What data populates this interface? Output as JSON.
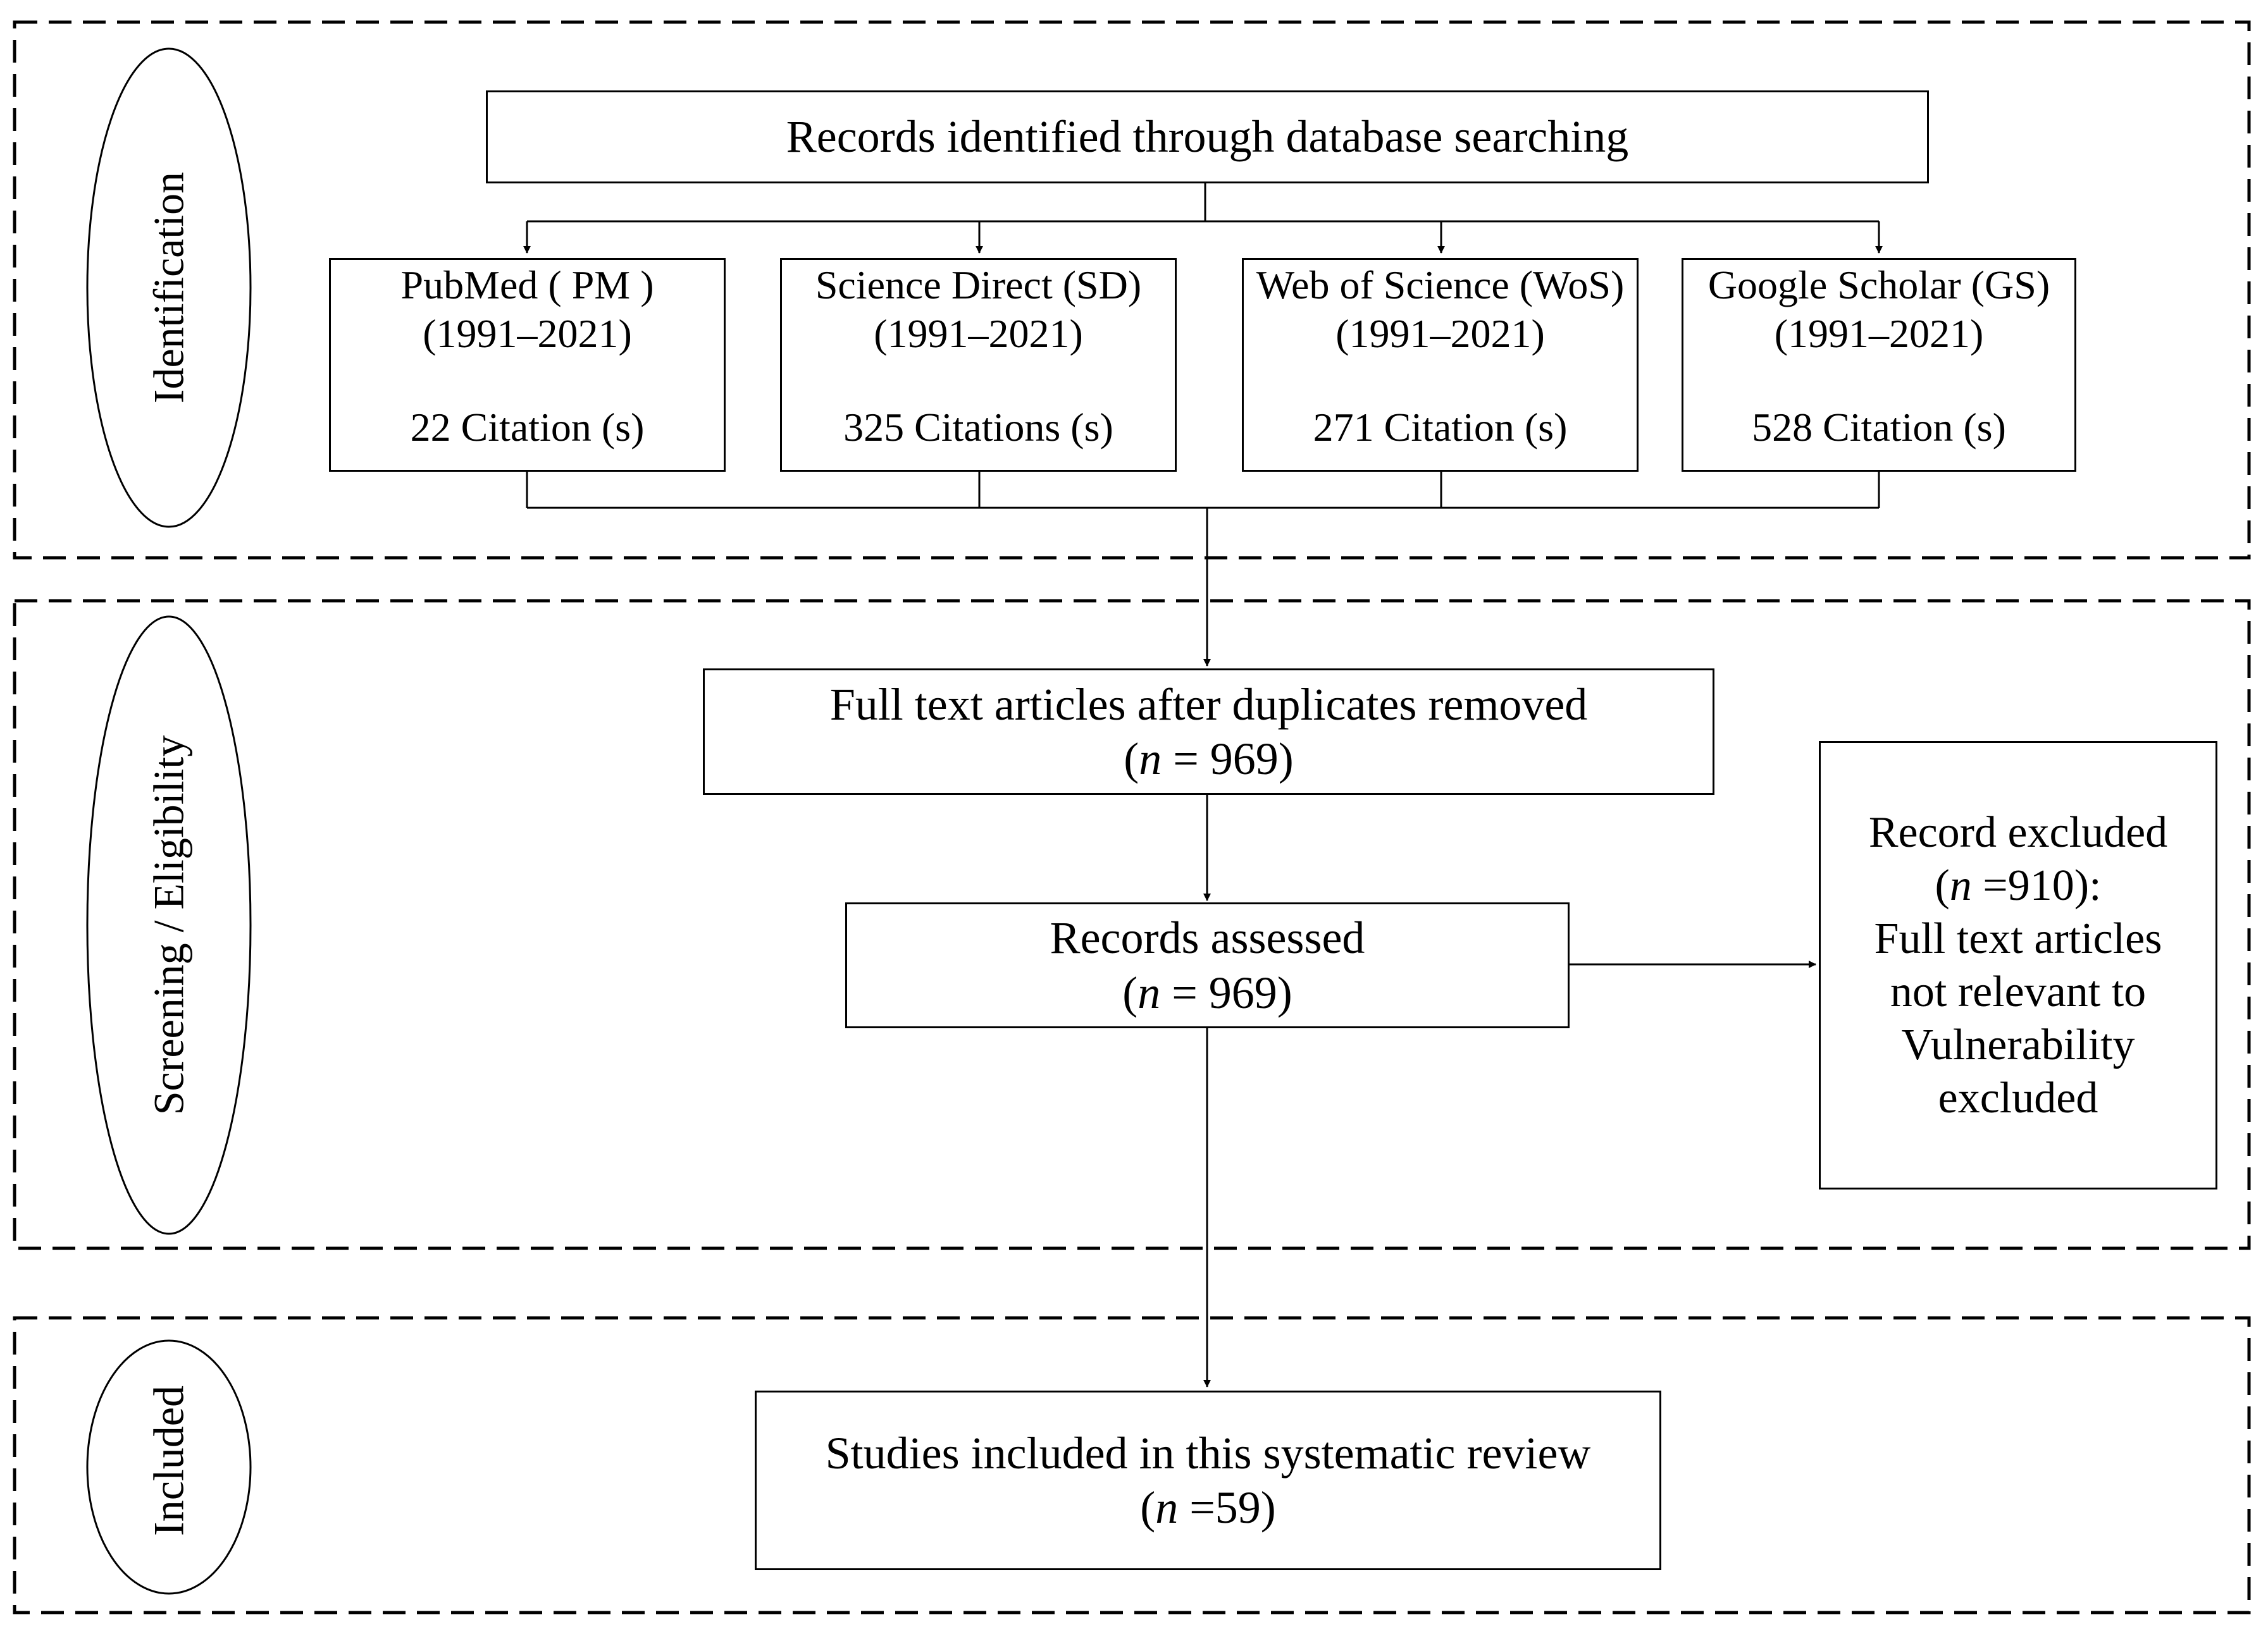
{
  "phases": {
    "identification": "Identification",
    "screening": "Screening / Eligibility",
    "included": "Included"
  },
  "records_identified": "Records identified through database searching",
  "sources": [
    {
      "name": "PubMed ( PM )",
      "years": "(1991–2021)",
      "citations": "22 Citation (s)"
    },
    {
      "name": "Science Direct (SD)",
      "years": "(1991–2021)",
      "citations": "325 Citations (s)"
    },
    {
      "name": "Web of Science (WoS)",
      "years": "(1991–2021)",
      "citations": "271 Citation (s)"
    },
    {
      "name": "Google Scholar (GS)",
      "years": "(1991–2021)",
      "citations": "528 Citation (s)"
    }
  ],
  "duplicates_removed": {
    "label": "Full text articles after duplicates removed",
    "n_symbol": "n",
    "n_value": "= 969"
  },
  "records_assessed": {
    "label": "Records assessed",
    "n_symbol": "n",
    "n_value": "= 969"
  },
  "excluded": {
    "title": "Record excluded",
    "n_symbol": "n",
    "n_value": "=910):",
    "lines": [
      "Full text articles",
      "not relevant to",
      "Vulnerability",
      "excluded"
    ]
  },
  "included_studies": {
    "label": "Studies included in this systematic review",
    "n_symbol": "n",
    "n_value": "=59"
  }
}
